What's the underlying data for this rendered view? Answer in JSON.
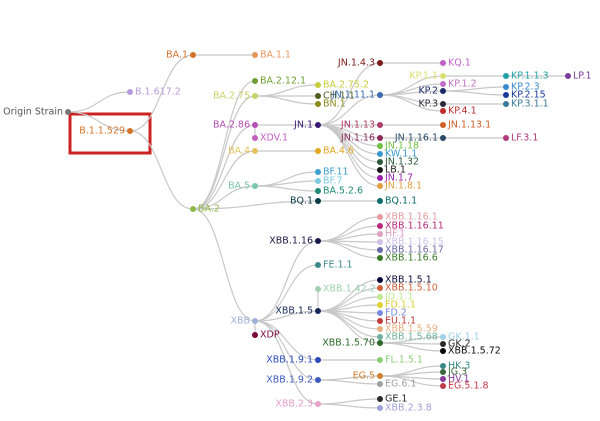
{
  "diagram": {
    "root_label": "Origin Strain",
    "highlight_label": "B.1.1.529",
    "highlight_color": "#cc2222",
    "edge_color": "#c8c8c8",
    "nodes": [
      {
        "id": "root",
        "label": "Origin Strain",
        "color": "#777777"
      },
      {
        "id": "b16172",
        "label": "B.1.617.2",
        "color": "#b59cd9"
      },
      {
        "id": "b11529",
        "label": "B.1.1.529",
        "color": "#d5732a"
      },
      {
        "id": "ba1",
        "label": "BA.1",
        "color": "#d5732a"
      },
      {
        "id": "ba11",
        "label": "BA.1.1",
        "color": "#e8975a"
      },
      {
        "id": "ba2",
        "label": "BA.2",
        "color": "#8fba4a"
      },
      {
        "id": "ba2121",
        "label": "BA.2.12.1",
        "color": "#6e9e34"
      },
      {
        "id": "ba275",
        "label": "BA.2.75",
        "color": "#c7d36a"
      },
      {
        "id": "ba2752",
        "label": "BA.2.75.2",
        "color": "#c7cd3a"
      },
      {
        "id": "ch11",
        "label": "CH.1.1",
        "color": "#4d5e1e"
      },
      {
        "id": "bn1",
        "label": "BN.1",
        "color": "#8a8a1e"
      },
      {
        "id": "ba286",
        "label": "BA.2.86",
        "color": "#b34fb5"
      },
      {
        "id": "xdv1",
        "label": "XDV.1",
        "color": "#c460c0"
      },
      {
        "id": "jn1",
        "label": "JN.1",
        "color": "#3a1a70"
      },
      {
        "id": "ba4",
        "label": "BA.4",
        "color": "#e3c460"
      },
      {
        "id": "ba46",
        "label": "BA.4.6",
        "color": "#e0a820"
      },
      {
        "id": "ba5",
        "label": "BA.5",
        "color": "#7cc6a8"
      },
      {
        "id": "bf11",
        "label": "BF.11",
        "color": "#3aa0cf"
      },
      {
        "id": "bf7",
        "label": "BF.7",
        "color": "#7cc8e0"
      },
      {
        "id": "ba526",
        "label": "BA.5.2.6",
        "color": "#208a72"
      },
      {
        "id": "bq1",
        "label": "BQ.1",
        "color": "#0a3a46"
      },
      {
        "id": "bq11",
        "label": "BQ.1.1",
        "color": "#0a6a6a"
      },
      {
        "id": "jn143",
        "label": "JN.1.4.3",
        "color": "#7a1a1a"
      },
      {
        "id": "kq1",
        "label": "KQ.1",
        "color": "#c060c8"
      },
      {
        "id": "kp11",
        "label": "KP.1.1",
        "color": "#d8e070"
      },
      {
        "id": "kp113",
        "label": "KP.1.1.3",
        "color": "#20a0a8"
      },
      {
        "id": "lp1",
        "label": "LP.1",
        "color": "#7a3a9a"
      },
      {
        "id": "kp12",
        "label": "KP.1.2",
        "color": "#c070c8"
      },
      {
        "id": "jn111",
        "label": "JN.1.11.1",
        "color": "#3a6ab0"
      },
      {
        "id": "kp2",
        "label": "KP.2",
        "color": "#1a2a6a"
      },
      {
        "id": "kp23",
        "label": "KP.2.3",
        "color": "#3a8ad0"
      },
      {
        "id": "kp215",
        "label": "KP.2.15",
        "color": "#1a3a9a"
      },
      {
        "id": "kp3",
        "label": "KP.3",
        "color": "#2a2a3a"
      },
      {
        "id": "kp311",
        "label": "KP.3.1.1",
        "color": "#3a7a9a"
      },
      {
        "id": "kp41",
        "label": "KP.4.1",
        "color": "#c02a2a"
      },
      {
        "id": "jn113",
        "label": "JN.1.13",
        "color": "#b03a6a"
      },
      {
        "id": "jn1131",
        "label": "JN.1.13.1",
        "color": "#d0602a"
      },
      {
        "id": "jn116",
        "label": "JN.1.16",
        "color": "#8a2a5a"
      },
      {
        "id": "jn1161",
        "label": "JN.1.16.1",
        "color": "#2a4a6a"
      },
      {
        "id": "lf31",
        "label": "LF.3.1",
        "color": "#b03a7a"
      },
      {
        "id": "jn118",
        "label": "JN.1.18",
        "color": "#70c040"
      },
      {
        "id": "kw11",
        "label": "KW.1.1",
        "color": "#3a9ad0"
      },
      {
        "id": "jn132",
        "label": "JN.1.32",
        "color": "#2a5a3a"
      },
      {
        "id": "lb1",
        "label": "LB.1",
        "color": "#1a1a1a"
      },
      {
        "id": "jn17",
        "label": "JN.1.7",
        "color": "#9a20b0"
      },
      {
        "id": "jn181",
        "label": "JN.1.8.1",
        "color": "#e0a040"
      },
      {
        "id": "xbb",
        "label": "XBB",
        "color": "#a0b0d8"
      },
      {
        "id": "xdp",
        "label": "XDP",
        "color": "#7a0a3a"
      },
      {
        "id": "xbb116",
        "label": "XBB.1.16",
        "color": "#1a1a4a"
      },
      {
        "id": "xbb1161",
        "label": "XBB.1.16.1",
        "color": "#e59aa0"
      },
      {
        "id": "xbb11611",
        "label": "XBB.1.16.11",
        "color": "#b52a7a"
      },
      {
        "id": "hf1",
        "label": "HF.1",
        "color": "#e0a0c0"
      },
      {
        "id": "xbb11615",
        "label": "XBB.1.16.15",
        "color": "#d0c0e8"
      },
      {
        "id": "xbb11617",
        "label": "XBB.1.16.17",
        "color": "#6a6aa8"
      },
      {
        "id": "xbb1166",
        "label": "XBB.1.16.6",
        "color": "#3a7a2a"
      },
      {
        "id": "fe11",
        "label": "FE.1.1",
        "color": "#3a8a8a"
      },
      {
        "id": "xbb1422",
        "label": "XBB.1.42.2",
        "color": "#a0d0b0"
      },
      {
        "id": "xbb15",
        "label": "XBB.1.5",
        "color": "#1a2a5a"
      },
      {
        "id": "xbb151",
        "label": "XBB.1.5.1",
        "color": "#0a0a3a"
      },
      {
        "id": "xbb1510",
        "label": "XBB.1.5.10",
        "color": "#d0603a"
      },
      {
        "id": "jd11",
        "label": "JD.1.1",
        "color": "#c0e890"
      },
      {
        "id": "fd11",
        "label": "FD.1.1",
        "color": "#e0d030"
      },
      {
        "id": "fd2",
        "label": "FD.2",
        "color": "#7a8ae0"
      },
      {
        "id": "eu11",
        "label": "EU.1.1",
        "color": "#c03a3a"
      },
      {
        "id": "xbb1559",
        "label": "XBB.1.5.59",
        "color": "#e8b080"
      },
      {
        "id": "xbb1568",
        "label": "XBB.1.5.68",
        "color": "#70b0a0"
      },
      {
        "id": "xbb1570",
        "label": "XBB.1.5.70",
        "color": "#2a6a2a"
      },
      {
        "id": "gk11",
        "label": "GK.1.1",
        "color": "#a0d0e8"
      },
      {
        "id": "gk2",
        "label": "GK.2",
        "color": "#2a2a2a"
      },
      {
        "id": "xbb15572",
        "label": "XBB.1.5.72",
        "color": "#0a0a0a"
      },
      {
        "id": "xbb191",
        "label": "XBB.1.9.1",
        "color": "#2a4ac0"
      },
      {
        "id": "fl151",
        "label": "FL.1.5.1",
        "color": "#8ad07a"
      },
      {
        "id": "xbb192",
        "label": "XBB.1.9.2",
        "color": "#3a5ac0"
      },
      {
        "id": "eg5",
        "label": "EG.5",
        "color": "#d08030"
      },
      {
        "id": "eg61",
        "label": "EG.6.1",
        "color": "#a0a0a0"
      },
      {
        "id": "hk3",
        "label": "HK.3",
        "color": "#3a8a8a"
      },
      {
        "id": "jg3",
        "label": "JG.3",
        "color": "#3a6a3a"
      },
      {
        "id": "hv1",
        "label": "HV.1",
        "color": "#8a3a9a"
      },
      {
        "id": "eg518",
        "label": "EG.5.1.8",
        "color": "#c03a4a"
      },
      {
        "id": "xbb23",
        "label": "XBB.2.3",
        "color": "#e8a0c8"
      },
      {
        "id": "ge1",
        "label": "GE.1",
        "color": "#2a2a2a"
      },
      {
        "id": "xbb238",
        "label": "XBB.2.3.8",
        "color": "#a0a0d8"
      }
    ],
    "edges": [
      [
        "root",
        "b16172"
      ],
      [
        "root",
        "b11529"
      ],
      [
        "b11529",
        "ba1"
      ],
      [
        "b11529",
        "ba2"
      ],
      [
        "ba1",
        "ba11"
      ],
      [
        "ba2",
        "ba2121"
      ],
      [
        "ba2",
        "ba275"
      ],
      [
        "ba2",
        "ba286"
      ],
      [
        "ba2",
        "ba4"
      ],
      [
        "ba2",
        "ba5"
      ],
      [
        "ba2",
        "bq1"
      ],
      [
        "ba2",
        "xbb"
      ],
      [
        "ba275",
        "ba2752"
      ],
      [
        "ba275",
        "ch11"
      ],
      [
        "ba275",
        "bn1"
      ],
      [
        "ba286",
        "xdv1"
      ],
      [
        "ba286",
        "jn1"
      ],
      [
        "ba4",
        "ba46"
      ],
      [
        "ba5",
        "bf11"
      ],
      [
        "ba5",
        "bf7"
      ],
      [
        "ba5",
        "ba526"
      ],
      [
        "bq1",
        "bq11"
      ],
      [
        "jn1",
        "jn143"
      ],
      [
        "jn1",
        "jn111"
      ],
      [
        "jn1",
        "jn113"
      ],
      [
        "jn1",
        "jn116"
      ],
      [
        "jn1",
        "jn118"
      ],
      [
        "jn1",
        "kw11"
      ],
      [
        "jn1",
        "jn132"
      ],
      [
        "jn1",
        "lb1"
      ],
      [
        "jn1",
        "jn17"
      ],
      [
        "jn1",
        "jn181"
      ],
      [
        "jn143",
        "kq1"
      ],
      [
        "jn111",
        "kp11"
      ],
      [
        "jn111",
        "kp12"
      ],
      [
        "jn111",
        "kp2"
      ],
      [
        "jn111",
        "kp3"
      ],
      [
        "jn111",
        "kp41"
      ],
      [
        "kp11",
        "kp113"
      ],
      [
        "kp113",
        "lp1"
      ],
      [
        "kp2",
        "kp23"
      ],
      [
        "kp2",
        "kp215"
      ],
      [
        "kp3",
        "kp311"
      ],
      [
        "jn113",
        "jn1131"
      ],
      [
        "jn116",
        "jn1161"
      ],
      [
        "jn1161",
        "lf31"
      ],
      [
        "xbb",
        "xdp"
      ],
      [
        "xbb",
        "xbb116"
      ],
      [
        "xbb",
        "fe11"
      ],
      [
        "xbb",
        "xbb15"
      ],
      [
        "xbb",
        "xbb191"
      ],
      [
        "xbb",
        "xbb192"
      ],
      [
        "xbb",
        "xbb23"
      ],
      [
        "xbb116",
        "xbb1161"
      ],
      [
        "xbb116",
        "xbb11611"
      ],
      [
        "xbb116",
        "hf1"
      ],
      [
        "xbb116",
        "xbb11615"
      ],
      [
        "xbb116",
        "xbb11617"
      ],
      [
        "xbb116",
        "xbb1166"
      ],
      [
        "xbb15",
        "xbb1422"
      ],
      [
        "xbb15",
        "xbb151"
      ],
      [
        "xbb15",
        "xbb1510"
      ],
      [
        "xbb15",
        "jd11"
      ],
      [
        "xbb15",
        "fd11"
      ],
      [
        "xbb15",
        "fd2"
      ],
      [
        "xbb15",
        "eu11"
      ],
      [
        "xbb15",
        "xbb1559"
      ],
      [
        "xbb15",
        "xbb1568"
      ],
      [
        "xbb15",
        "xbb1570"
      ],
      [
        "xbb1570",
        "gk11"
      ],
      [
        "xbb1570",
        "gk2"
      ],
      [
        "xbb1570",
        "xbb15572"
      ],
      [
        "xbb191",
        "fl151"
      ],
      [
        "xbb192",
        "eg5"
      ],
      [
        "xbb192",
        "eg61"
      ],
      [
        "eg5",
        "hk3"
      ],
      [
        "eg5",
        "jg3"
      ],
      [
        "eg5",
        "hv1"
      ],
      [
        "eg5",
        "eg518"
      ],
      [
        "xbb23",
        "ge1"
      ],
      [
        "xbb23",
        "xbb238"
      ]
    ]
  }
}
